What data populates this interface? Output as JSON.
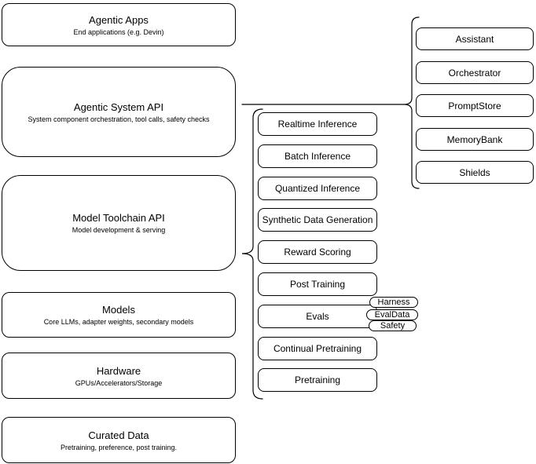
{
  "diagram": {
    "left_boxes": [
      {
        "title": "Agentic Apps",
        "subtitle": "End applications (e.g. Devin)"
      },
      {
        "title": "Agentic System API",
        "subtitle": "System component orchestration, tool calls, safety checks"
      },
      {
        "title": "Model Toolchain API",
        "subtitle": "Model development & serving"
      },
      {
        "title": "Models",
        "subtitle": "Core LLMs, adapter weights, secondary models"
      },
      {
        "title": "Hardware",
        "subtitle": "GPUs/Accelerators/Storage"
      },
      {
        "title": "Curated Data",
        "subtitle": "Pretraining, preference, post training."
      }
    ],
    "toolchain_items": [
      "Realtime Inference",
      "Batch Inference",
      "Quantized Inference",
      "Synthetic Data Generation",
      "Reward Scoring",
      "Post Training",
      "Evals",
      "Continual Pretraining",
      "Pretraining"
    ],
    "eval_tags": [
      "Harness",
      "EvalData",
      "Safety"
    ],
    "system_components": [
      "Assistant",
      "Orchestrator",
      "PromptStore",
      "MemoryBank",
      "Shields"
    ],
    "colors": {
      "stroke": "#000000",
      "fill": "#ffffff",
      "background": "#ffffff"
    }
  }
}
